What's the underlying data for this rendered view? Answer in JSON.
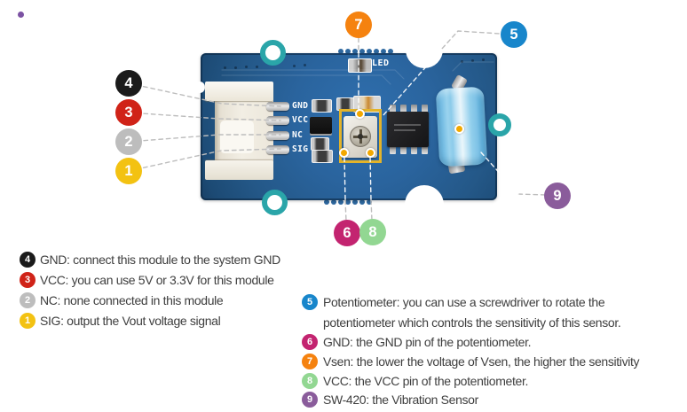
{
  "colors": {
    "pcb_blue": "#28619a",
    "mount_ring_teal": "#2aa5a9",
    "sensor_blue": "#8ccbea",
    "highlight_box_gold": "#e3b32a",
    "marker_dot_purple": "#7c52a3"
  },
  "board": {
    "silkscreen": {
      "pin_labels": [
        "GND",
        "VCC",
        "NC",
        "SIG"
      ],
      "led_label": "LED"
    }
  },
  "callouts": [
    {
      "number": "1",
      "color": "#f3c212"
    },
    {
      "number": "2",
      "color": "#bdbdbd"
    },
    {
      "number": "3",
      "color": "#d02318"
    },
    {
      "number": "4",
      "color": "#1b1b1b"
    },
    {
      "number": "5",
      "color": "#1886cb"
    },
    {
      "number": "6",
      "color": "#c32470"
    },
    {
      "number": "7",
      "color": "#f5820f"
    },
    {
      "number": "8",
      "color": "#92d792"
    },
    {
      "number": "9",
      "color": "#8a5c9b"
    }
  ],
  "legend_left": [
    {
      "number": "4",
      "color": "#1b1b1b",
      "text": "GND: connect this module to the system GND"
    },
    {
      "number": "3",
      "color": "#d02318",
      "text": "VCC: you can use 5V or 3.3V for this module"
    },
    {
      "number": "2",
      "color": "#bdbdbd",
      "text": "NC: none connected in this module"
    },
    {
      "number": "1",
      "color": "#f3c212",
      "text": "SIG: output the Vout voltage signal"
    }
  ],
  "legend_right": [
    {
      "number": "5",
      "color": "#1886cb",
      "text_line1": "Potentiometer: you can use a screwdriver to rotate the",
      "text_line2": "potentiometer which controls the sensitivity of this sensor."
    },
    {
      "number": "6",
      "color": "#c32470",
      "text": "GND: the GND pin of the potentiometer."
    },
    {
      "number": "7",
      "color": "#f5820f",
      "text": "Vsen: the lower the voltage of Vsen, the higher the sensitivity"
    },
    {
      "number": "8",
      "color": "#92d792",
      "text": "VCC: the VCC pin of the potentiometer."
    },
    {
      "number": "9",
      "color": "#8a5c9b",
      "text": "SW-420: the Vibration Sensor"
    }
  ]
}
